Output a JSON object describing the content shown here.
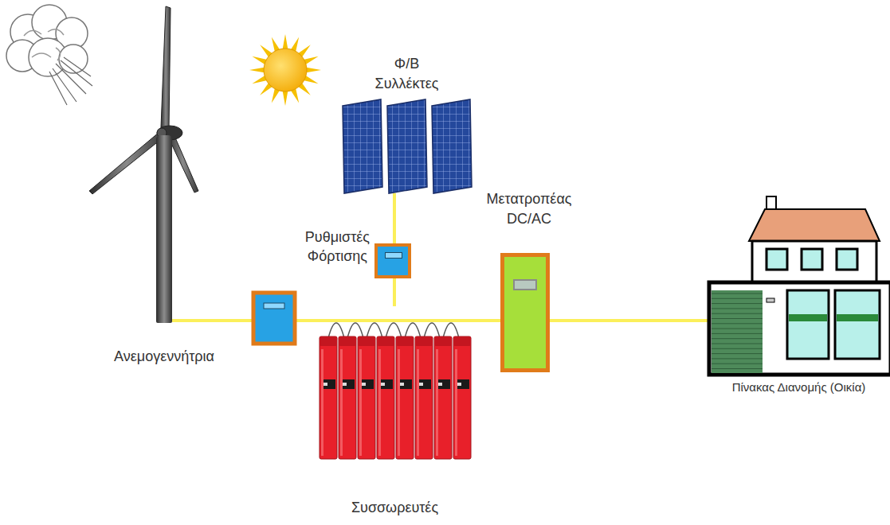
{
  "diagram": {
    "nodes": [
      {
        "text": [
          "Ανεμογεννήτρια"
        ]
      },
      {
        "text": [
          "Φ/Β Συλλέκτες"
        ]
      },
      {
        "text": [
          "Ρυθμιστές Φόρτισης"
        ]
      },
      {
        "text": [
          "Μετατροπέας DC/AC"
        ]
      },
      {
        "text": [
          "Συσσωρευτές"
        ]
      },
      {
        "text": [
          "Πίνακας Διανομής (Οικία)"
        ]
      }
    ],
    "edges": [
      {
        "from": 1,
        "to": 2,
        "arrow": "none"
      },
      {
        "from": 2,
        "to": 4,
        "arrow": "none"
      },
      {
        "from": 0,
        "to": 3,
        "arrow": "none"
      },
      {
        "from": 3,
        "to": 5,
        "arrow": "none"
      }
    ]
  }
}
